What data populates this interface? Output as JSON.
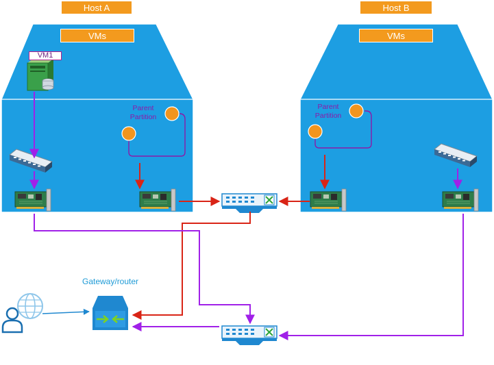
{
  "hosts": [
    {
      "name": "Host A",
      "vms_label": "VMs",
      "vm_label": "VM1",
      "partition": [
        "Parent",
        "Partition"
      ]
    },
    {
      "name": "Host B",
      "vms_label": "VMs",
      "partition": [
        "Parent",
        "Partition"
      ]
    }
  ],
  "gateway": {
    "label": "Gateway/router"
  },
  "colors": {
    "host_fill": "#1d9ee2",
    "label_orange": "#f39a1e",
    "purple_link": "#a020e8",
    "red_link": "#d92416",
    "partition_circle": "#f2951e",
    "device_blue": "#1f88d0"
  },
  "icons": [
    "server-icon",
    "virtual-switch-icon",
    "nic-card-icon",
    "network-switch-icon",
    "gateway-router-icon",
    "globe-icon",
    "user-icon"
  ]
}
